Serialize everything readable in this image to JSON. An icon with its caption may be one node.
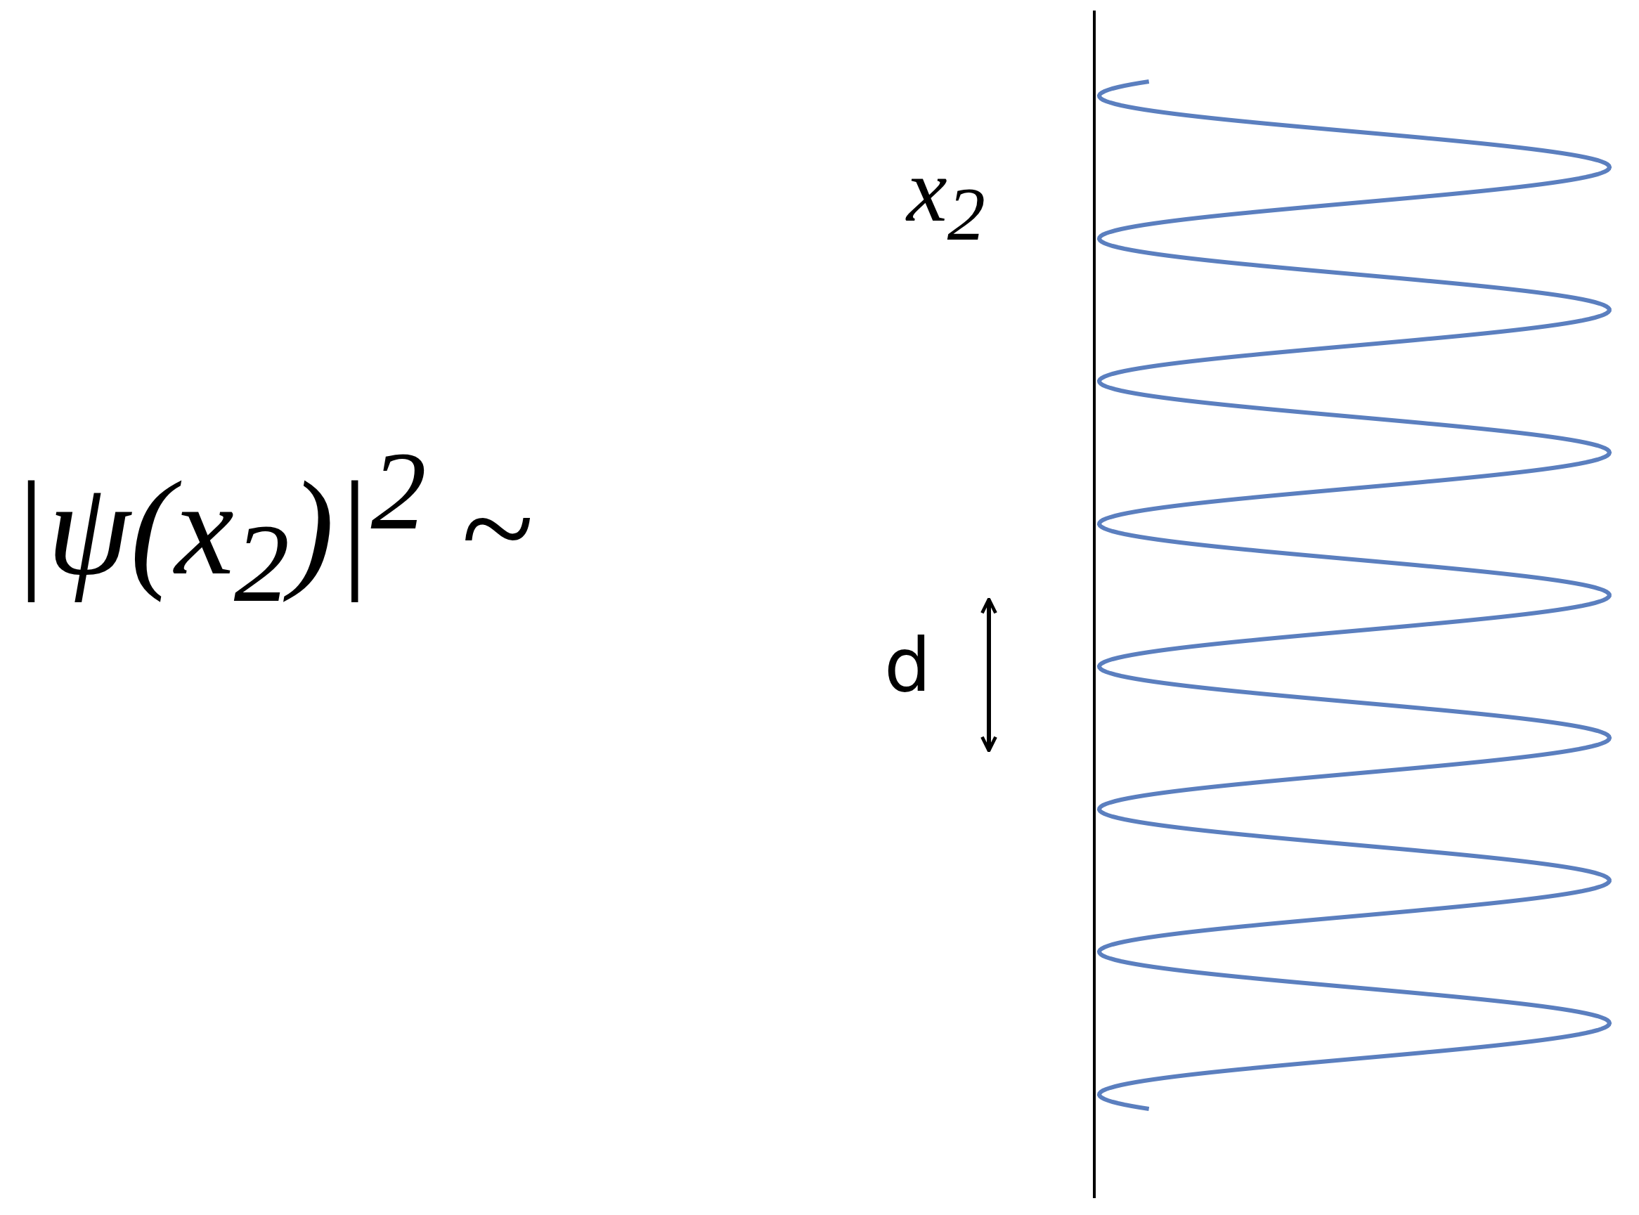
{
  "diagram": {
    "labels": [
      "x$_{2}$",
      "|ψ(x$_{2}$)|$^{2}$ ~",
      "d"
    ]
  }
}
